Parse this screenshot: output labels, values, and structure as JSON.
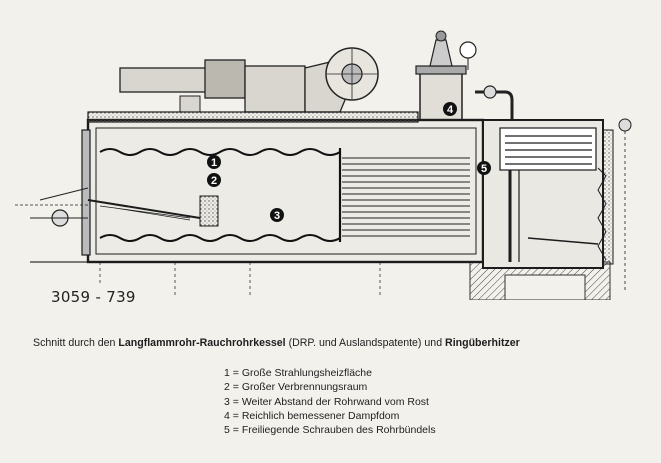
{
  "figure": {
    "catalog_number": "3059 - 739",
    "markers": [
      "1",
      "2",
      "3",
      "4",
      "5"
    ]
  },
  "caption": {
    "prefix": "Schnitt durch den",
    "boiler_name": "Langflammrohr-Rauchrohrkessel",
    "patents": "(DRP. und Auslandspatente) und",
    "superheater": "Ringüberhitzer"
  },
  "legend": [
    {
      "number": "1",
      "text": "Große Strahlungsheizfläche"
    },
    {
      "number": "2",
      "text": "Großer Verbrennungsraum"
    },
    {
      "number": "3",
      "text": "Weiter Abstand der Rohrwand vom Rost"
    },
    {
      "number": "4",
      "text": "Reichlich bemessener Dampfdom"
    },
    {
      "number": "5",
      "text": "Freiliegende Schrauben des Rohrbündels"
    }
  ]
}
